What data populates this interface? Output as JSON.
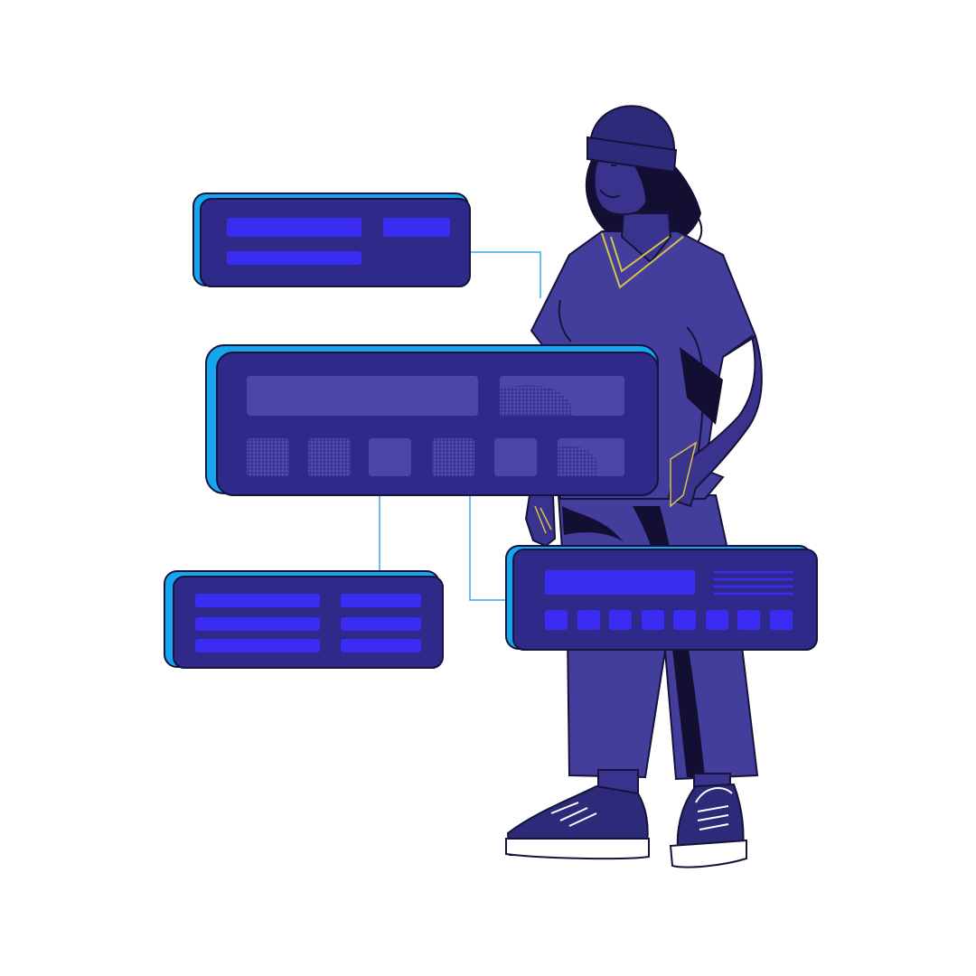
{
  "illustration": {
    "subject": "person-with-floating-ui-panels",
    "colors": {
      "background": "#ffffff",
      "panel": "#2f2a8a",
      "panel_edge": "#16a6ef",
      "outline": "#15133a",
      "accent_bar": "#3a2cf0",
      "muted_block": "#4c46a8",
      "connector": "#39a9e8",
      "figure_clothes": "#433d9c",
      "figure_skin": "#3a338e",
      "figure_dark": "#120f33",
      "hat": "#2d2a7a",
      "trim": "#d9c24a",
      "shoe_sole": "#ffffff"
    },
    "panels": [
      {
        "id": "top-left",
        "bars": 3
      },
      {
        "id": "center",
        "blocks": 8
      },
      {
        "id": "lower-left",
        "bars": 6
      },
      {
        "id": "lower-right",
        "keys": 8
      }
    ]
  }
}
